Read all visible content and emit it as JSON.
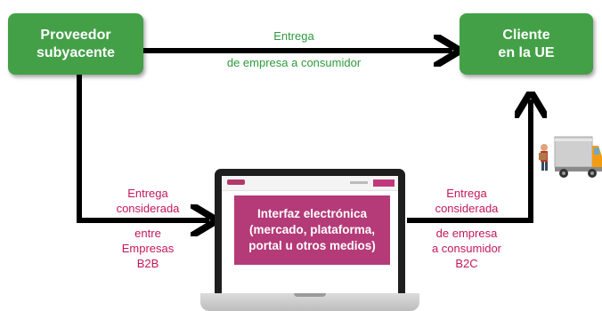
{
  "nodes": {
    "supplier": {
      "line1": "Proveedor",
      "line2": "subyacente"
    },
    "customer": {
      "line1": "Cliente",
      "line2": "en la UE"
    },
    "interface": {
      "line1": "Interfaz electrónica",
      "line2": "(mercado, plataforma,",
      "line3": "portal u otros medios)"
    }
  },
  "edges": {
    "direct": {
      "line1": "Entrega",
      "line2": "de empresa a consumidor"
    },
    "b2b": {
      "line1": "Entrega",
      "line2": "considerada",
      "line3": "entre",
      "line4": "Empresas",
      "line5": "B2B"
    },
    "b2c": {
      "line1": "Entrega",
      "line2": "considerada",
      "line3": "de empresa",
      "line4": "a consumidor",
      "line5": "B2C"
    }
  },
  "colors": {
    "node_green": "#43a047",
    "label_green": "#2e9a3c",
    "label_pink": "#c2185b",
    "interface_magenta": "#b43a78",
    "arrow": "#000000"
  },
  "icons": [
    "laptop-icon",
    "delivery-truck-icon"
  ]
}
